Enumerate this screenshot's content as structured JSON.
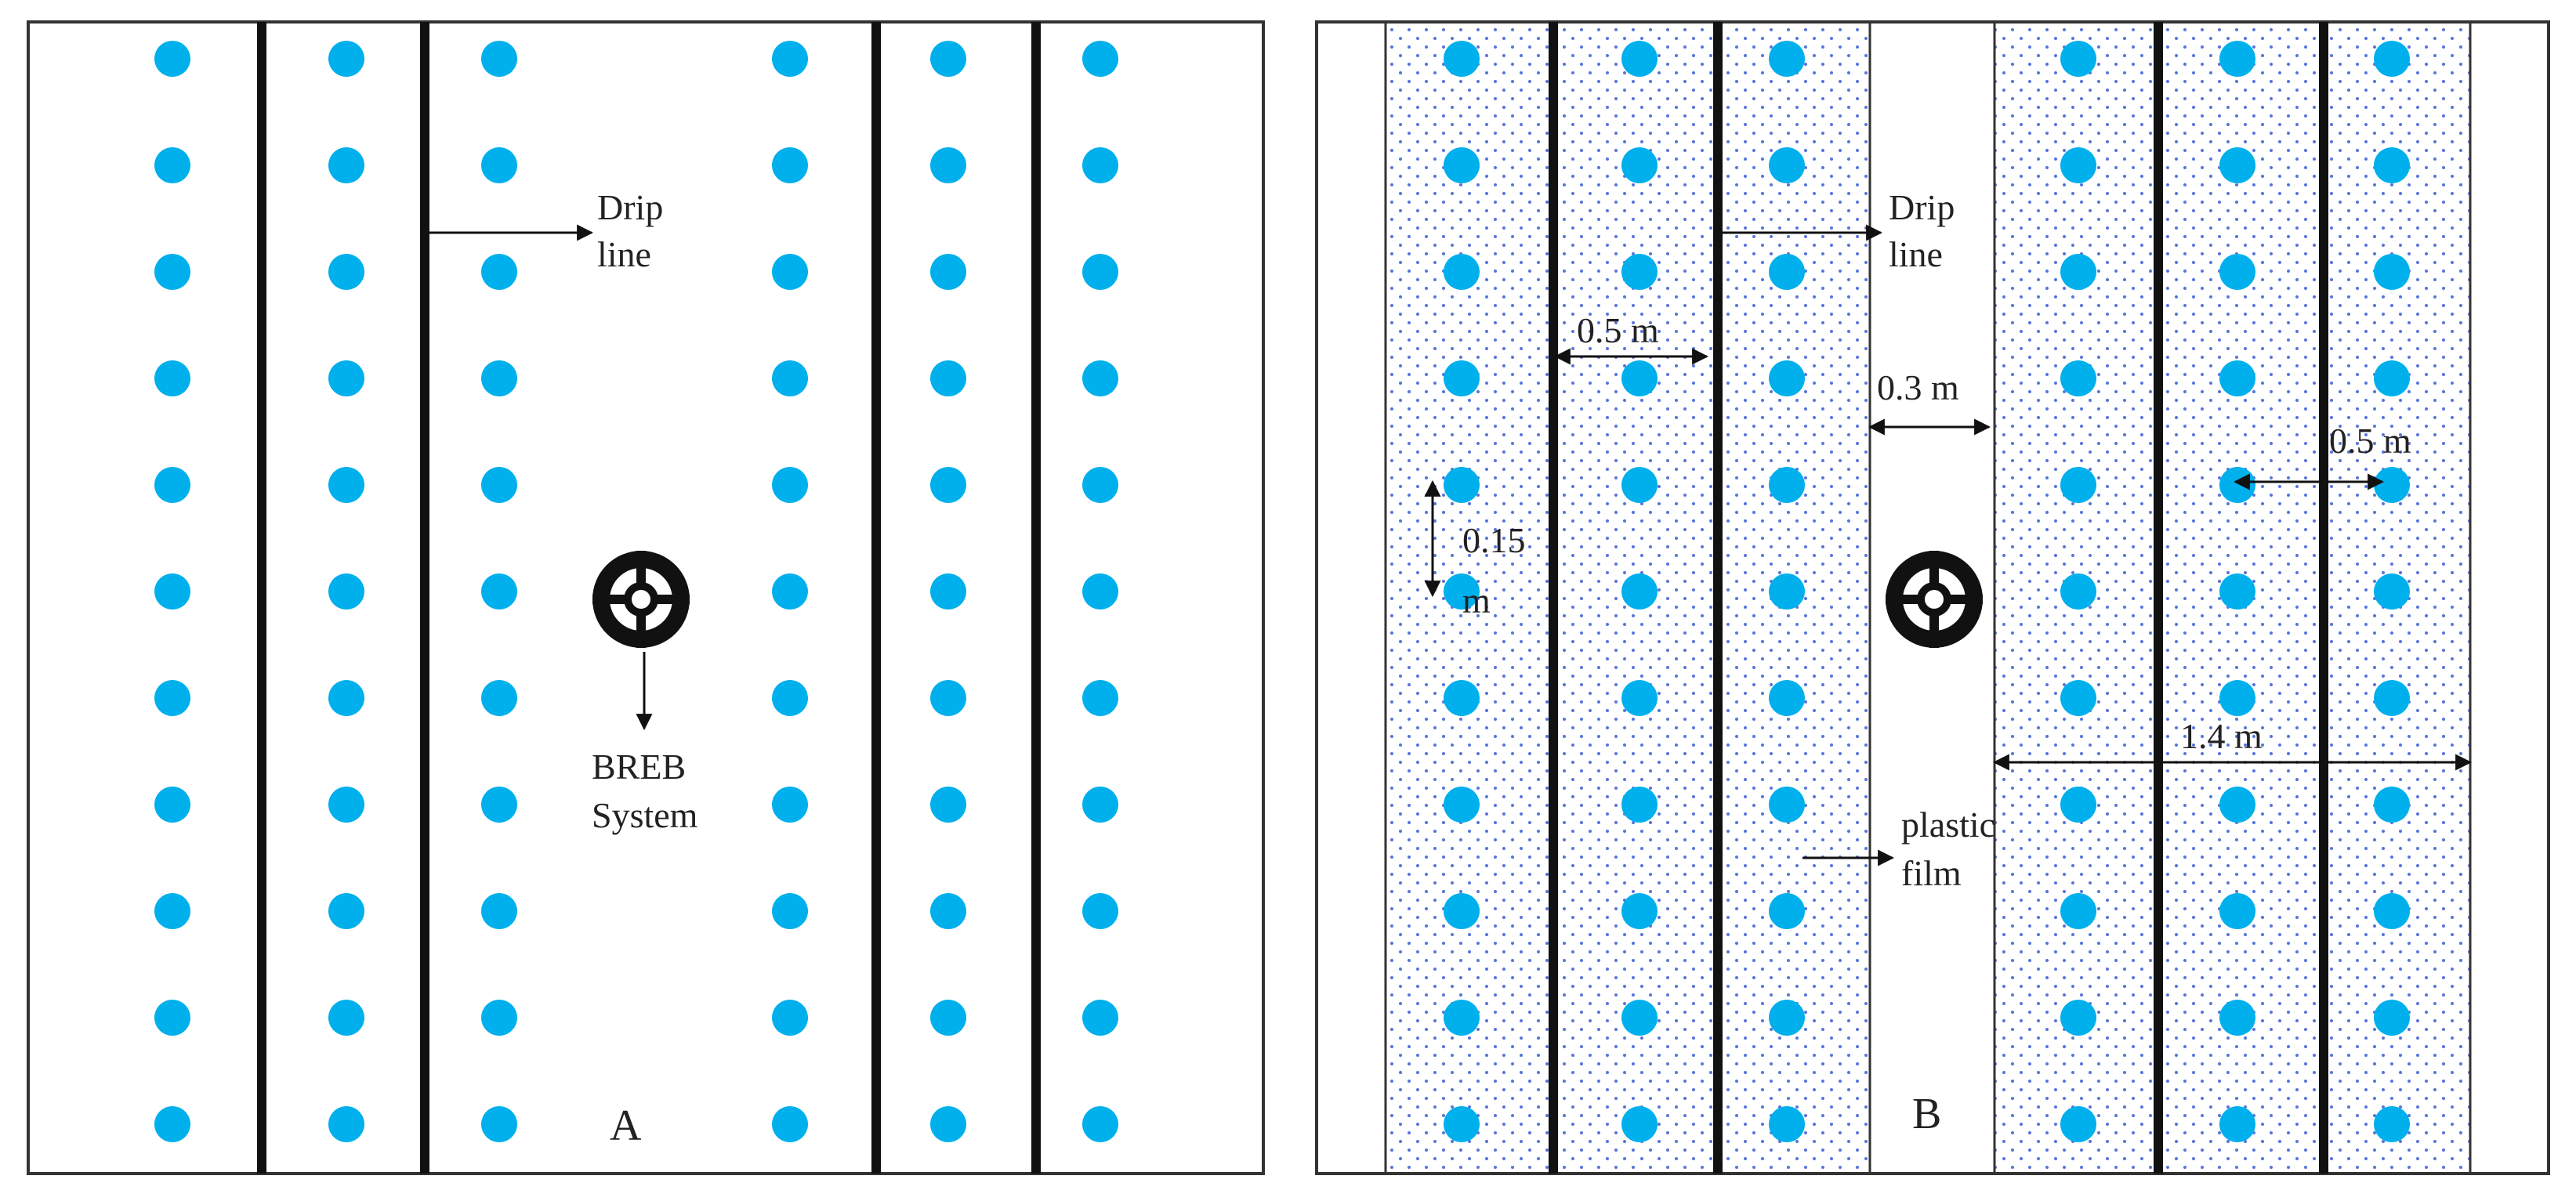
{
  "panel_a": {
    "label": "A",
    "drip_line_label_1": "Drip",
    "drip_line_label_2": "line",
    "system_label_1": "BREB",
    "system_label_2": "System"
  },
  "panel_b": {
    "label": "B",
    "drip_line_label_1": "Drip",
    "drip_line_label_2": "line",
    "row_spacing": "0.5 m",
    "gap_width": "0.3 m",
    "plant_spacing_1": "0.15",
    "plant_spacing_2": "m",
    "row_spacing_right": "0.5 m",
    "film_width": "1.4 m",
    "film_label_1": "plastic",
    "film_label_2": "film"
  },
  "colors": {
    "plant": "#00b0ec",
    "film_dots": "#3b5bd6",
    "line": "#111111"
  },
  "icons": [
    "breb-system-icon"
  ]
}
